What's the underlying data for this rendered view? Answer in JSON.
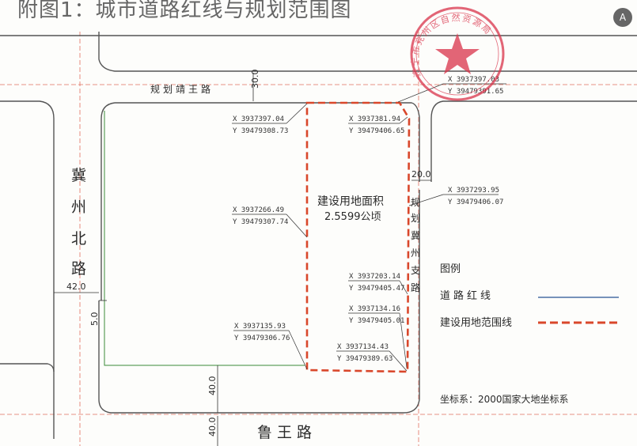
{
  "title": "附图1：城市道路红线与规划范围图",
  "roads": {
    "top": "规划靖王路",
    "left": [
      "冀",
      "州",
      "北",
      "路"
    ],
    "right": [
      "规",
      "划",
      "冀",
      "州",
      "支",
      "路"
    ],
    "bottom": "鲁王路"
  },
  "dims": {
    "top_width": "30.0",
    "left_width": "42.0",
    "left_offset": "5.0",
    "right_width": "20.0",
    "bottom_a": "40.0",
    "bottom_b": "40.0"
  },
  "site": {
    "label": "建设用地面积",
    "area": "2.5599公顷"
  },
  "coords": [
    {
      "x": "X 3937397.03",
      "y": "Y 39479391.65"
    },
    {
      "x": "X 3937397.04",
      "y": "Y 39479308.73"
    },
    {
      "x": "X 3937381.94",
      "y": "Y 39479406.65"
    },
    {
      "x": "X 3937293.95",
      "y": "Y 39479406.07"
    },
    {
      "x": "X 3937266.49",
      "y": "Y 39479307.74"
    },
    {
      "x": "X 3937203.14",
      "y": "Y 39479405.47"
    },
    {
      "x": "X 3937134.16",
      "y": "Y 39479405.01"
    },
    {
      "x": "X 3937135.93",
      "y": "Y 39479306.76"
    },
    {
      "x": "X 3937134.43",
      "y": "Y 39479389.63"
    }
  ],
  "legend": {
    "title": "图例",
    "items": [
      {
        "label": "道路红线",
        "color": "#4a6fa5"
      },
      {
        "label": "建设用地范围线",
        "color": "#d9472b"
      }
    ]
  },
  "crs": "坐标系：2000国家大地坐标系",
  "stamp": {
    "text": "济宁市兖州区自然资源局",
    "color": "#d9334a"
  },
  "ui": {
    "translate_button": "A",
    "translate_icon": "translate-icon"
  },
  "colors": {
    "boundary": "#d9472b",
    "roadline": "#4a6fa5",
    "greenline": "#3a8a3a",
    "red_dash": "#e07060"
  }
}
